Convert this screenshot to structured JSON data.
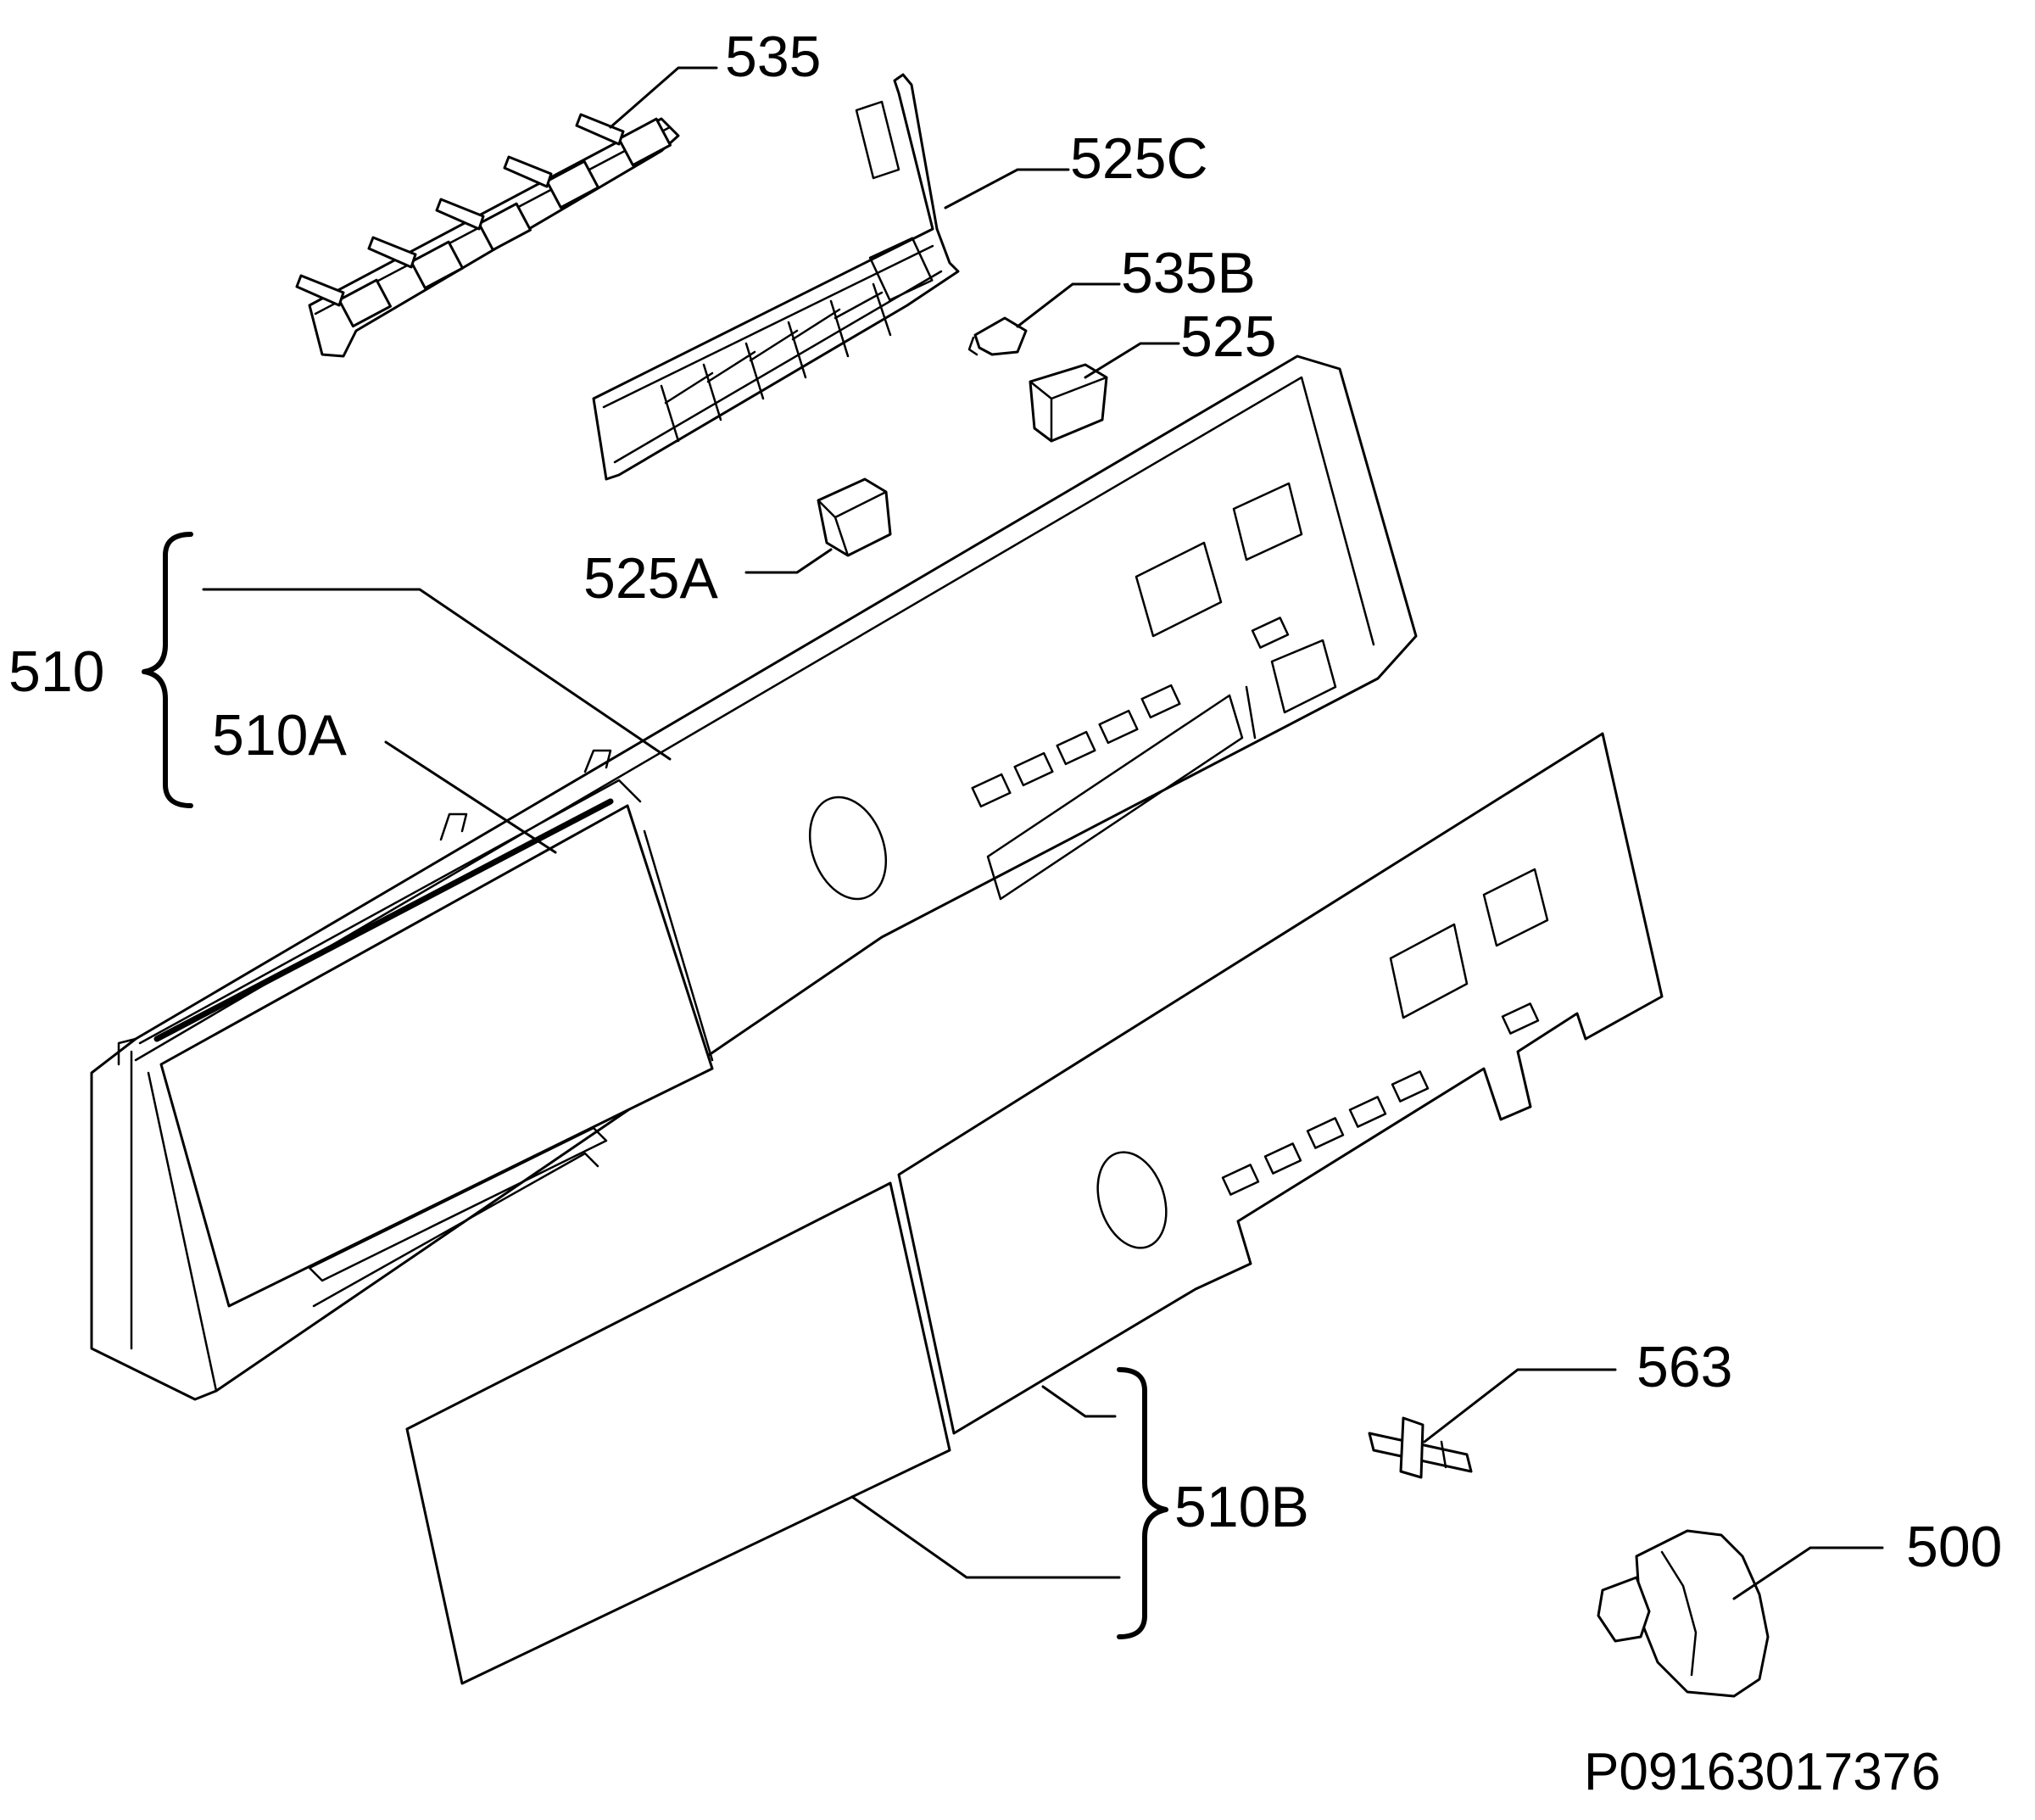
{
  "diagram": {
    "callouts": {
      "c535": "535",
      "c525C": "525C",
      "c535B": "535B",
      "c525": "525",
      "c525A": "525A",
      "c510": "510",
      "c510A": "510A",
      "c563": "563",
      "c510B": "510B",
      "c500": "500"
    },
    "reference_code": "P09163017376"
  }
}
